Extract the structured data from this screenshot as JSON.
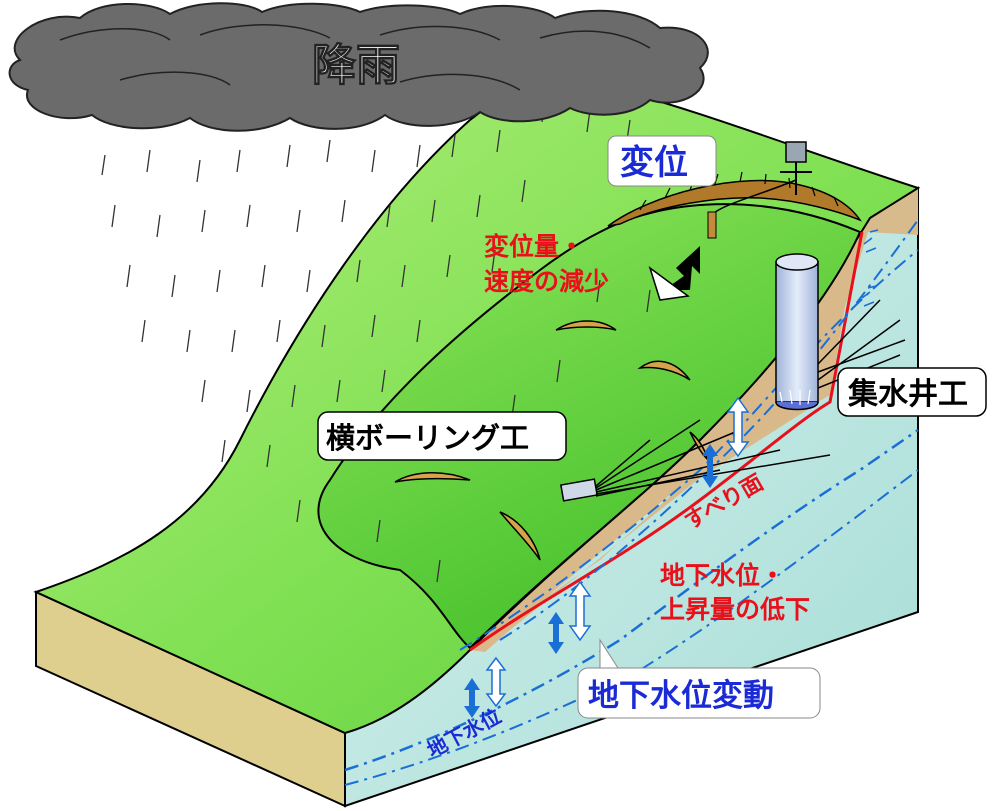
{
  "labels": {
    "rain": "降雨",
    "displacement": "変位",
    "displacement_reduction_line1": "変位量・",
    "displacement_reduction_line2": "速度の減少",
    "well": "集水井工",
    "boring": "横ボーリング工",
    "slip_surface": "すべり面",
    "gw_reduction_line1": "地下水位・",
    "gw_reduction_line2": "上昇量の低下",
    "gw_fluctuation": "地下水位変動",
    "groundwater": "地下水位"
  },
  "colors": {
    "rain_label": "#ffffff",
    "blue_label": "#1a2bd6",
    "red_label": "#e8101a",
    "black_label": "#000000",
    "gw_line": "#1a6fd6",
    "slip_line": "#e8101a"
  },
  "icons": [
    "rain-cloud-icon",
    "displacement-arrow-icon",
    "extensometer-icon",
    "collection-well-icon",
    "horizontal-boring-icon",
    "up-down-arrow-icon"
  ]
}
